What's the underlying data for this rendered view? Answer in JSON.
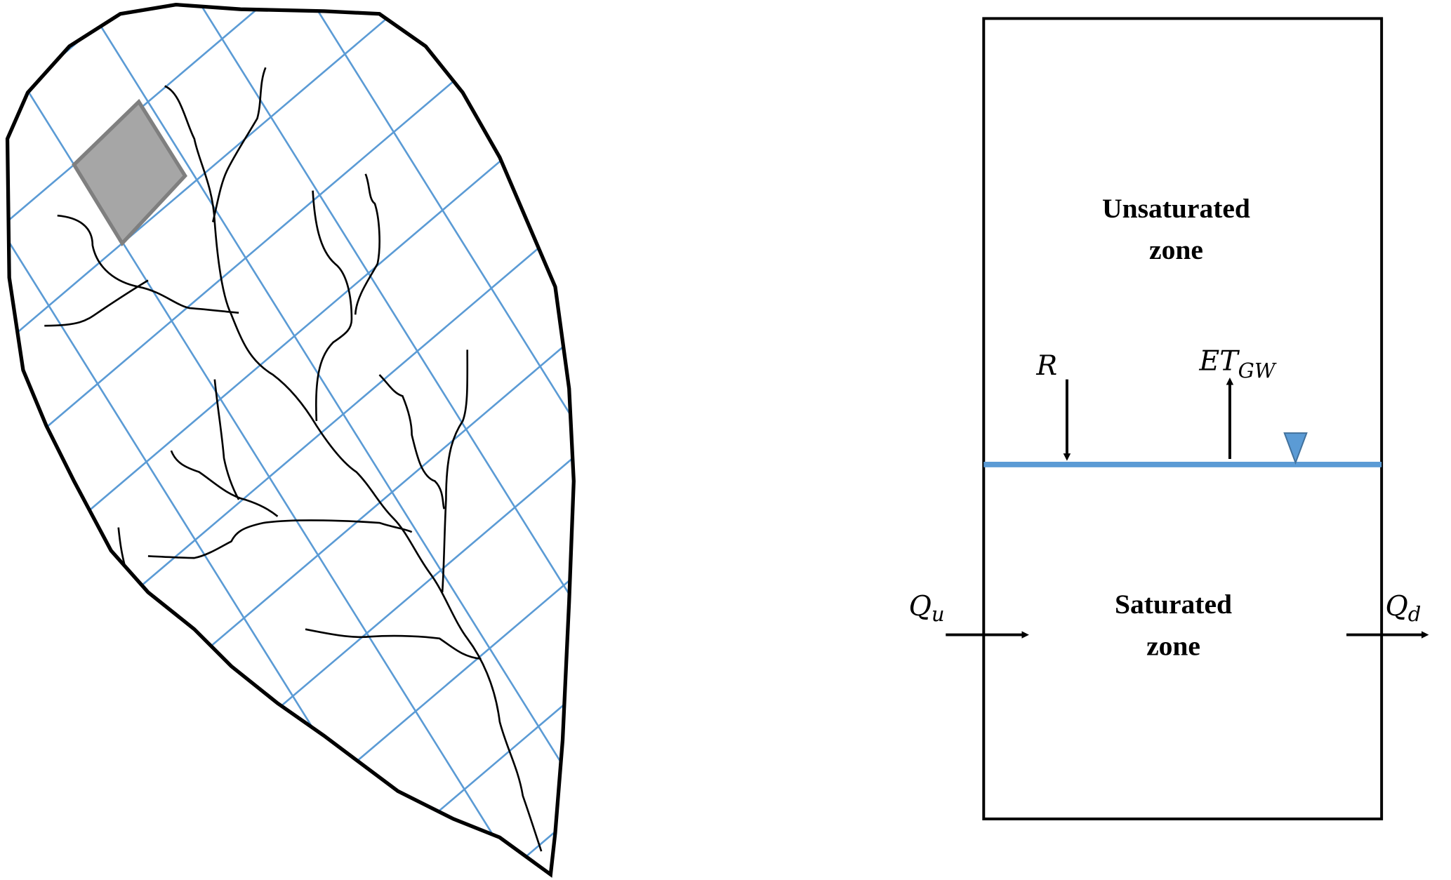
{
  "colors": {
    "grid": "#5b9bd5",
    "cell": "#a6a6a6",
    "cell_border": "#7f7f7f",
    "outline": "#000000",
    "water_table": "#5b9bd5"
  },
  "catchment": {
    "cell_icon": "grid-cell"
  },
  "column": {
    "unsaturated_label_1": "Unsaturated",
    "unsaturated_label_2": "zone",
    "saturated_label_1": "Saturated",
    "saturated_label_2": "zone",
    "recharge": "R",
    "et_main": "ET",
    "et_sub": "GW",
    "q_up_main": "Q",
    "q_up_sub": "u",
    "q_down_main": "Q",
    "q_down_sub": "d"
  }
}
